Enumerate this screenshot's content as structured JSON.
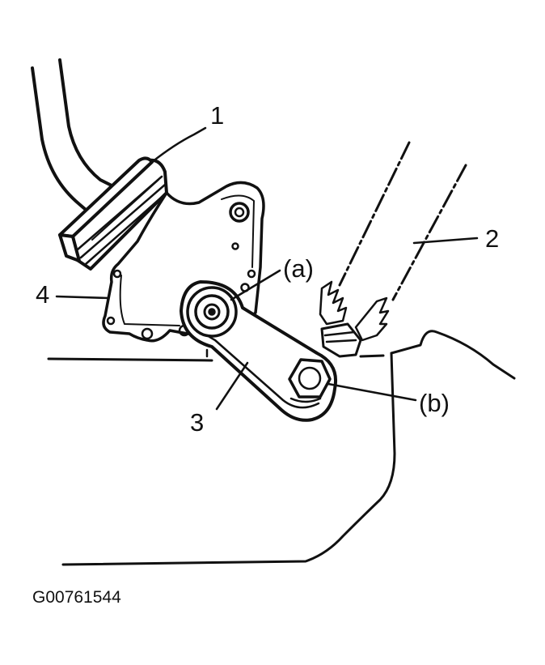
{
  "figure": {
    "id": "G00761544",
    "ink_color": "#111111",
    "background_color": "#ffffff"
  },
  "callouts": {
    "c1": "1",
    "c2": "2",
    "c3": "3",
    "c4": "4",
    "ca": "(a)",
    "cb": "(b)"
  }
}
